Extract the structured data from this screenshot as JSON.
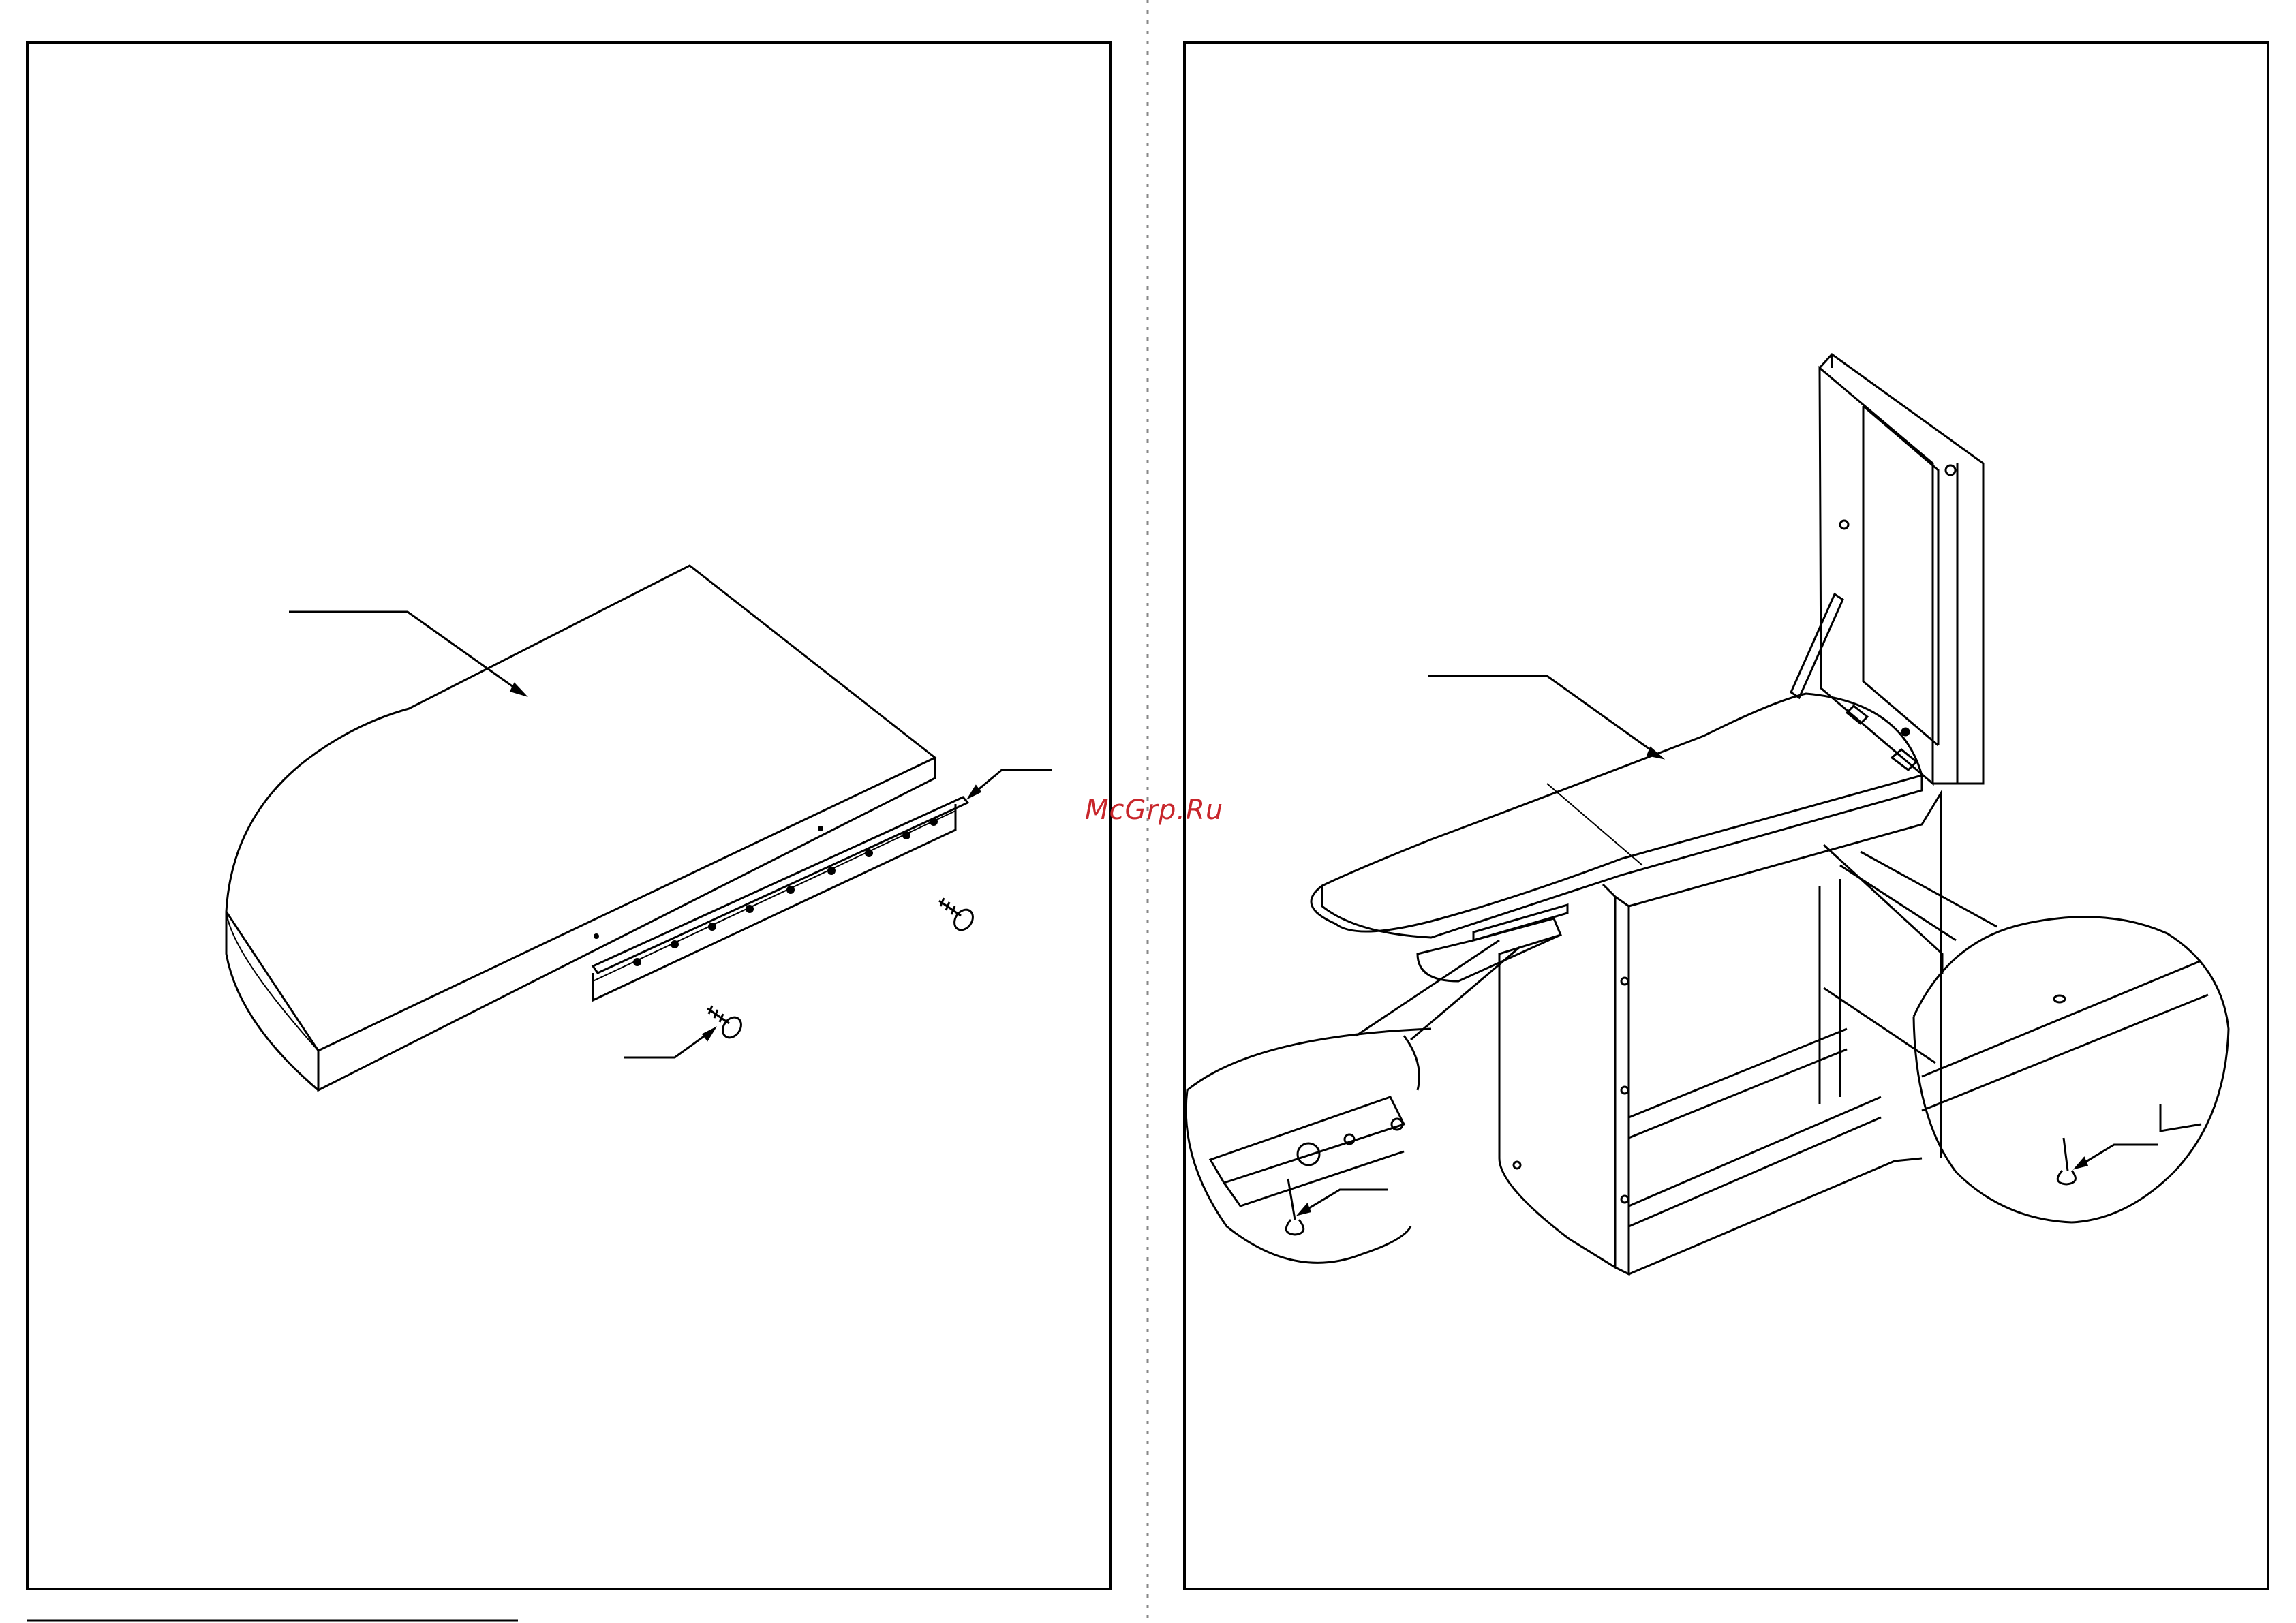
{
  "watermark": {
    "text": "McGrp.Ru",
    "color": "#c8262b"
  },
  "panels": [
    {
      "name": "left-panel",
      "content": "board-top-with-hinge-strip-and-screws"
    },
    {
      "name": "right-panel",
      "content": "ironing-board-cabinet-with-detail-callouts"
    }
  ],
  "icons": [
    "screw-icon",
    "hinge-strip-icon",
    "arrow-pointer-icon",
    "magnified-detail-icon"
  ],
  "colors": {
    "line": "#000000",
    "paper": "#ffffff",
    "divider": "#888888"
  }
}
